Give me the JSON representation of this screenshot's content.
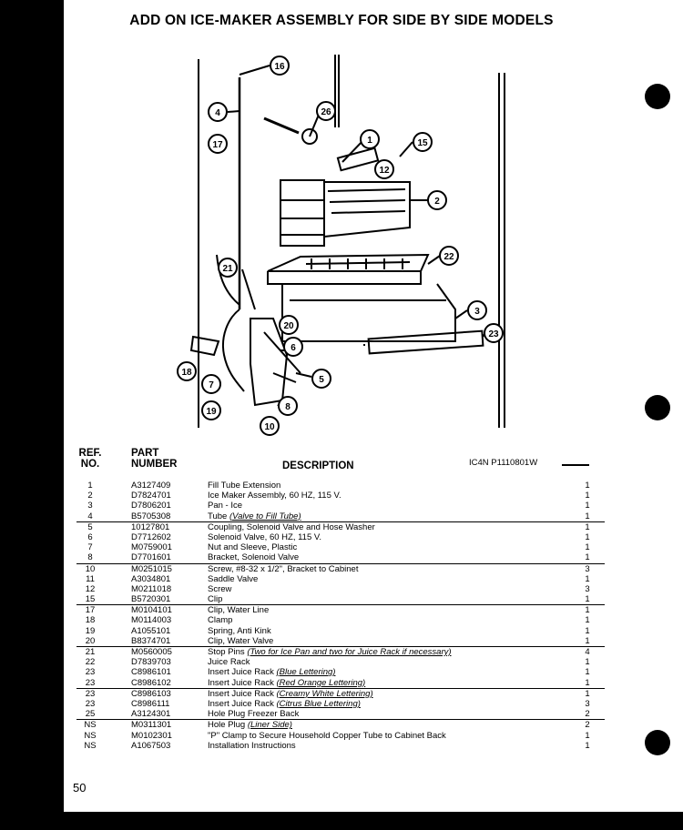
{
  "title": "ADD ON ICE-MAKER ASSEMBLY FOR SIDE BY SIDE MODELS",
  "header": {
    "ref": "REF.",
    "no": "NO.",
    "part": "PART",
    "number": "NUMBER",
    "description": "DESCRIPTION"
  },
  "model_code": "IC4N  P1110801W",
  "page_number": "50",
  "callouts": [
    "16",
    "4",
    "26",
    "1",
    "15",
    "17",
    "12",
    "2",
    "22",
    "21",
    "3",
    "20",
    "23",
    "6",
    "18",
    "5",
    "7",
    "19",
    "8",
    "10"
  ],
  "parts": [
    {
      "ref": "1",
      "part": "A3127409",
      "desc": "Fill Tube Extension",
      "note": "",
      "qty": "1"
    },
    {
      "ref": "2",
      "part": "D7824701",
      "desc": "Ice Maker Assembly, 60 HZ, 115 V.",
      "note": "",
      "qty": "1"
    },
    {
      "ref": "3",
      "part": "D7806201",
      "desc": "Pan - Ice",
      "note": "",
      "qty": "1"
    },
    {
      "ref": "4",
      "part": "B5705308",
      "desc": "Tube ",
      "note": "(Valve to Fill Tube)",
      "qty": "1"
    },
    {
      "ref": "5",
      "part": "10127801",
      "desc": "Coupling, Solenoid Valve and Hose Washer",
      "note": "",
      "qty": "1"
    },
    {
      "ref": "6",
      "part": "D7712602",
      "desc": "Solenoid Valve, 60 HZ, 115 V.",
      "note": "",
      "qty": "1"
    },
    {
      "ref": "7",
      "part": "M0759001",
      "desc": "Nut and Sleeve, Plastic",
      "note": "",
      "qty": "1"
    },
    {
      "ref": "8",
      "part": "D7701601",
      "desc": "Bracket, Solenoid Valve",
      "note": "",
      "qty": "1"
    },
    {
      "ref": "10",
      "part": "M0251015",
      "desc": "Screw, #8-32 x 1/2\", Bracket to Cabinet",
      "note": "",
      "qty": "3"
    },
    {
      "ref": "11",
      "part": "A3034801",
      "desc": "Saddle Valve",
      "note": "",
      "qty": "1"
    },
    {
      "ref": "12",
      "part": "M0211018",
      "desc": "Screw",
      "note": "",
      "qty": "3"
    },
    {
      "ref": "15",
      "part": "B5720301",
      "desc": "Clip",
      "note": "",
      "qty": "1"
    },
    {
      "ref": "17",
      "part": "M0104101",
      "desc": "Clip, Water Line",
      "note": "",
      "qty": "1"
    },
    {
      "ref": "18",
      "part": "M0114003",
      "desc": "Clamp",
      "note": "",
      "qty": "1"
    },
    {
      "ref": "19",
      "part": "A1055101",
      "desc": "Spring, Anti Kink",
      "note": "",
      "qty": "1"
    },
    {
      "ref": "20",
      "part": "B8374701",
      "desc": "Clip, Water Valve",
      "note": "",
      "qty": "1"
    },
    {
      "ref": "21",
      "part": "M0560005",
      "desc": "Stop Pins ",
      "note": "(Two for Ice Pan and two for Juice Rack if necessary)",
      "qty": "4"
    },
    {
      "ref": "22",
      "part": "D7839703",
      "desc": "Juice Rack",
      "note": "",
      "qty": "1"
    },
    {
      "ref": "23",
      "part": "C8986101",
      "desc": "Insert Juice Rack  ",
      "note": "(Blue Lettering)",
      "qty": "1"
    },
    {
      "ref": "23",
      "part": "C8986102",
      "desc": "Insert Juice Rack  ",
      "note": "(Red Orange Lettering)",
      "qty": "1"
    },
    {
      "ref": "23",
      "part": "C8986103",
      "desc": "Insert Juice Rack ",
      "note": "(Creamy White Lettering)",
      "qty": "1"
    },
    {
      "ref": "23",
      "part": "C8986111",
      "desc": "Insert Juice Rack ",
      "note": "(Citrus Blue Lettering)",
      "qty": "3"
    },
    {
      "ref": "25",
      "part": "A3124301",
      "desc": "Hole Plug Freezer Back",
      "note": "",
      "qty": "2"
    },
    {
      "ref": "NS",
      "part": "M0311301",
      "desc": "Hole Plug ",
      "note": "(Liner Side)",
      "qty": "2"
    },
    {
      "ref": "NS",
      "part": "M0102301",
      "desc": "\"P\" Clamp to Secure Household Copper Tube to Cabinet Back",
      "note": "",
      "qty": "1"
    },
    {
      "ref": "NS",
      "part": "A1067503",
      "desc": "Installation Instructions",
      "note": "",
      "qty": "1"
    }
  ]
}
